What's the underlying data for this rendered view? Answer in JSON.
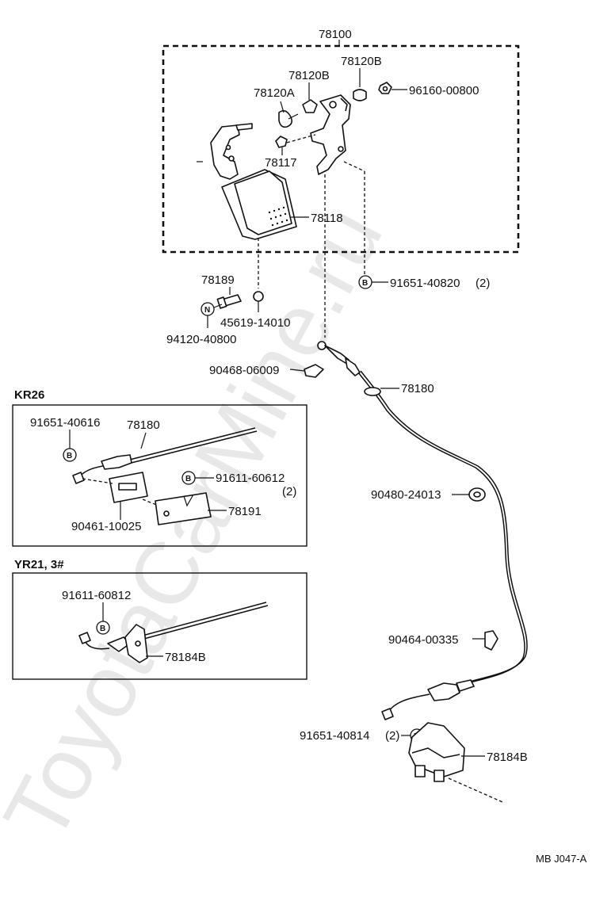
{
  "watermark": "ToyotaCarMine.ru",
  "diagram_code": "MB J047-A",
  "sections": {
    "kr26": "KR26",
    "yr21": "YR21, 3#"
  },
  "markers": {
    "bolt": "B",
    "nut": "N"
  },
  "labels": {
    "p78100": "78100",
    "p78120b_top": "78120B",
    "p78120b_mid": "78120B",
    "p96160": "96160-00800",
    "p78120a": "78120A",
    "p78117": "78117",
    "p78118": "78118",
    "p78189": "78189",
    "p45619": "45619-14010",
    "p94120": "94120-40800",
    "p91651_40820": "91651-40820",
    "p91651_40820_qty": "(2)",
    "p90468": "90468-06009",
    "p78180_main": "78180",
    "p90480": "90480-24013",
    "p90464": "90464-00335",
    "p91651_40814": "91651-40814",
    "p91651_40814_qty": "(2)",
    "p78184b_main": "78184B",
    "kr_91651_40616": "91651-40616",
    "kr_78180": "78180",
    "kr_91611_60612": "91611-60612",
    "kr_91611_60612_qty": "(2)",
    "kr_78191": "78191",
    "kr_90461": "90461-10025",
    "yr_91611_60812": "91611-60812",
    "yr_78184b": "78184B"
  }
}
